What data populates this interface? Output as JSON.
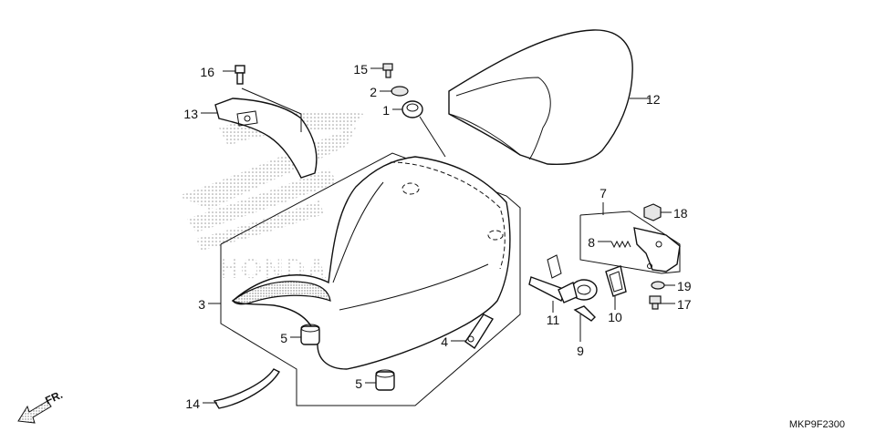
{
  "diagram": {
    "code": "MKP9F2300",
    "watermark": "HONDA",
    "front_indicator": "FR.",
    "callouts": {
      "c1": "1",
      "c2": "2",
      "c3": "3",
      "c4": "4",
      "c5a": "5",
      "c5b": "5",
      "c7": "7",
      "c8": "8",
      "c9": "9",
      "c10": "10",
      "c11": "11",
      "c12": "12",
      "c13": "13",
      "c14": "14",
      "c15": "15",
      "c16": "16",
      "c17": "17",
      "c18": "18",
      "c19": "19"
    }
  }
}
